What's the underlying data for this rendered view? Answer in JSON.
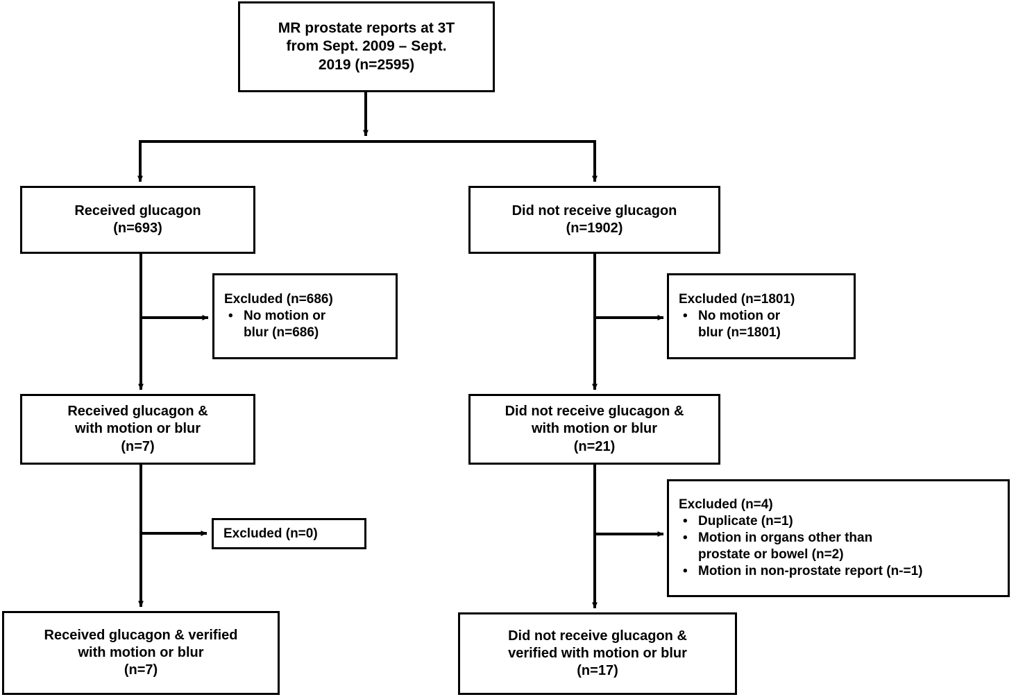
{
  "diagram": {
    "title": "Patient selection flowchart for MR prostate reports with and without glucagon",
    "type": "flowchart",
    "colors": {
      "background": "#ffffff",
      "box_border": "#000000",
      "text": "#000000",
      "connector": "#000000"
    }
  },
  "nodes": {
    "source": {
      "lines": [
        "MR prostate reports at 3T",
        "from Sept. 2009 – Sept.",
        "2019 (n=2595)"
      ]
    },
    "glucagon_group": {
      "lines": [
        "Received glucagon",
        "(n=693)"
      ]
    },
    "no_glucagon_group": {
      "lines": [
        "Did not receive glucagon",
        "(n=1902)"
      ]
    },
    "excluded_glucagon_1": {
      "heading": "Excluded  (n=686)",
      "bullets": [
        {
          "line1": "No motion or",
          "line2": "blur (n=686)"
        }
      ]
    },
    "excluded_no_glucagon_1": {
      "heading": "Excluded  (n=1801)",
      "bullets": [
        {
          "line1": "No motion or",
          "line2": "blur (n=1801)"
        }
      ]
    },
    "glucagon_with_motion": {
      "lines": [
        "Received glucagon &",
        "with motion or blur",
        "(n=7)"
      ]
    },
    "no_glucagon_with_motion": {
      "lines": [
        "Did not receive glucagon &",
        "with motion or blur",
        "(n=21)"
      ]
    },
    "excluded_glucagon_2": {
      "heading": "Excluded (n=0)",
      "bullets": []
    },
    "excluded_no_glucagon_2": {
      "heading": "Excluded  (n=4)",
      "bullets": [
        {
          "line1": "Duplicate (n=1)",
          "line2": ""
        },
        {
          "line1": "Motion in organs other than",
          "line2": "prostate or bowel (n=2)"
        },
        {
          "line1": "Motion in non-prostate report (n-=1)",
          "line2": ""
        }
      ]
    },
    "glucagon_verified": {
      "lines": [
        "Received glucagon & verified",
        "with motion or blur",
        "(n=7)"
      ]
    },
    "no_glucagon_verified": {
      "lines": [
        "Did not receive glucagon &",
        "verified with motion or blur",
        "(n=17)"
      ]
    }
  },
  "icons": {
    "bullet": "•",
    "arrow": "arrow-head-icon"
  }
}
